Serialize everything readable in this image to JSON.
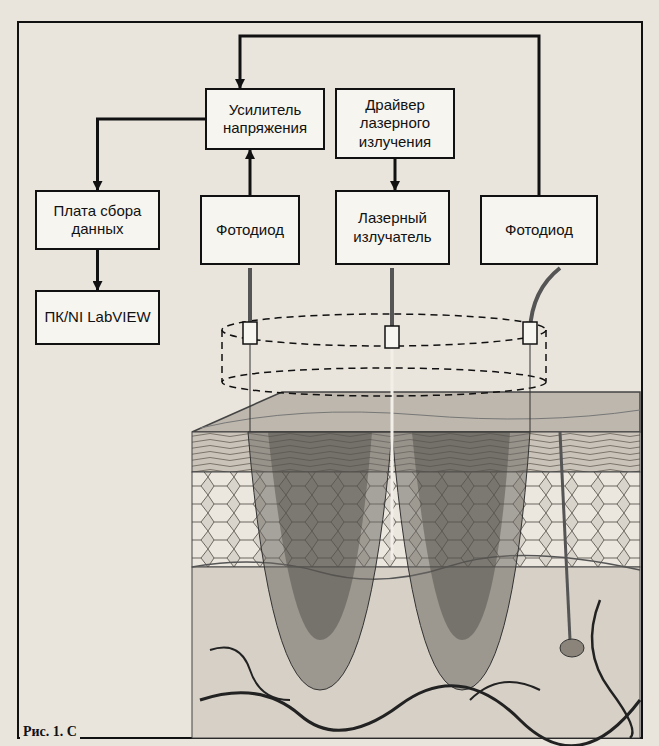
{
  "diagram": {
    "nodes": [
      {
        "text": [
          "Усилитель напряжения"
        ]
      },
      {
        "text": [
          "Драйвер лазерного излучения"
        ]
      },
      {
        "text": [
          "Плата сбора данных"
        ]
      },
      {
        "text": [
          "Фотодиод"
        ]
      },
      {
        "text": [
          "Лазерный излучатель"
        ]
      },
      {
        "text": [
          "Фотодиод"
        ]
      },
      {
        "text": [
          "ПК/NI LabVIEW"
        ]
      }
    ],
    "edges": [
      {
        "from": 5,
        "to": 0,
        "arrow": "to"
      },
      {
        "from": 3,
        "to": 0,
        "arrow": "to"
      },
      {
        "from": 0,
        "to": 2,
        "arrow": "to"
      },
      {
        "from": 2,
        "to": 6,
        "arrow": "to"
      },
      {
        "from": 1,
        "to": 4,
        "arrow": "to"
      }
    ],
    "labels": [
      "Рис. 1. С"
    ]
  }
}
